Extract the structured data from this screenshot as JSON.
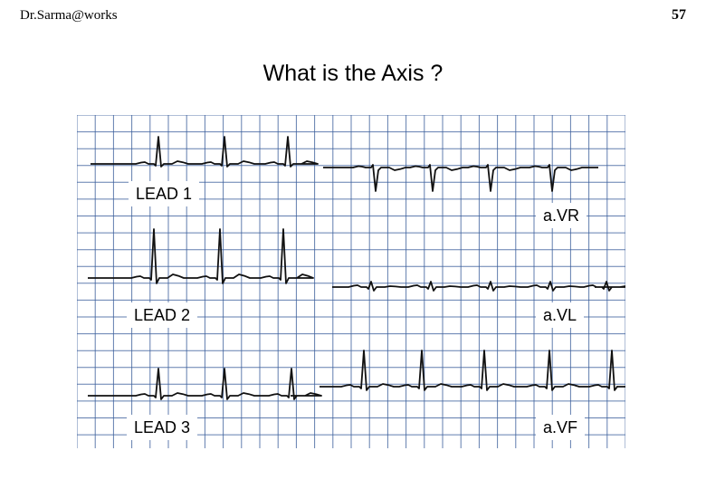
{
  "header": {
    "author": "Dr.Sarma@works",
    "page_number": "57"
  },
  "title": "What is the Axis ?",
  "leads": [
    {
      "label": "LEAD 1"
    },
    {
      "label": "a.VR"
    },
    {
      "label": "LEAD 2"
    },
    {
      "label": "a.VL"
    },
    {
      "label": "LEAD 3"
    },
    {
      "label": "a.VF"
    }
  ],
  "colors": {
    "grid": "#3b5f9c",
    "trace": "#111111",
    "background": "#ffffff"
  }
}
